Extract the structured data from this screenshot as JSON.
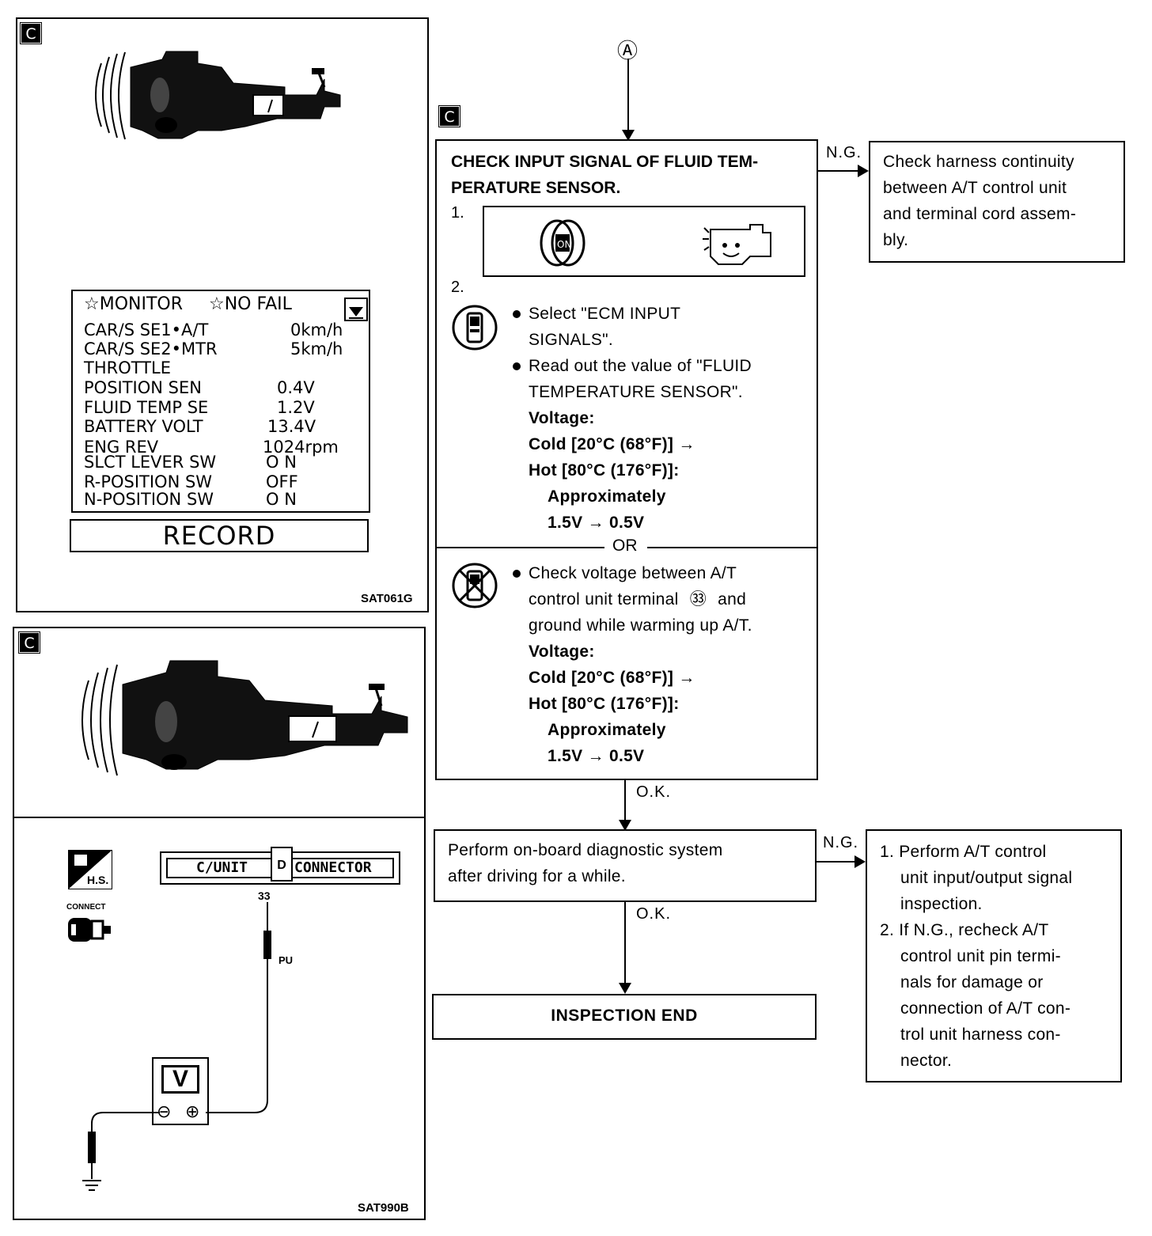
{
  "panels": {
    "top": {
      "badge": "C",
      "code": "SAT061G",
      "monitor": {
        "header_left": "☆MONITOR",
        "header_right": "☆NO FAIL",
        "rows": [
          {
            "label": "CAR/S SE1•A/T",
            "value": "0km/h"
          },
          {
            "label": "CAR/S SE2•MTR",
            "value": "5km/h"
          },
          {
            "label": "THROTTLE",
            "value": ""
          },
          {
            "label": "POSITION SEN",
            "value": "0.4V"
          },
          {
            "label": "FLUID TEMP SE",
            "value": "1.2V"
          },
          {
            "label": "BATTERY VOLT",
            "value": "13.4V"
          },
          {
            "label": "ENG REV",
            "value": "1024rpm"
          },
          {
            "label": "SLCT LEVER SW",
            "value": "O N"
          },
          {
            "label": "R-POSITION SW",
            "value": "OFF"
          },
          {
            "label": "N-POSITION SW",
            "value": "O N"
          }
        ],
        "record_button": "RECORD"
      }
    },
    "bottom": {
      "badge": "C",
      "code": "SAT990B",
      "hs_label": "H.S.",
      "connect_label": "CONNECT",
      "connector_left": "C/UNIT",
      "connector_right": "CONNECTOR",
      "connector_mid": "D",
      "terminal": "33",
      "wire_color": "PU",
      "meter": "V",
      "minus": "⊖",
      "plus": "⊕"
    }
  },
  "flow": {
    "entry": "Ⓐ",
    "badge": "C",
    "main_box": {
      "title_line1": "CHECK INPUT SIGNAL OF FLUID TEM-",
      "title_line2": "PERATURE SENSOR.",
      "step1": "1.",
      "step2": "2.",
      "b1_line1": "Select \"ECM INPUT",
      "b1_line2": "SIGNALS\".",
      "b2_line1": "Read out the value of \"FLUID",
      "b2_line2": "TEMPERATURE SENSOR\".",
      "voltage": "Voltage:",
      "cold": "Cold [20°C (68°F)] →",
      "hot": "Hot [80°C (176°F)]:",
      "approx": "Approximately",
      "range": "1.5V → 0.5V",
      "or": "OR",
      "b3_line1": "Check voltage between A/T",
      "b3_line2": "control unit terminal",
      "b3_terminal": "㉝",
      "b3_and": "and",
      "b3_line3": "ground while warming up A/T.",
      "voltage2": "Voltage:",
      "cold2": "Cold [20°C (68°F)] →",
      "hot2": "Hot [80°C (176°F)]:",
      "approx2": "Approximately",
      "range2": "1.5V → 0.5V"
    },
    "ng1_label": "N.G.",
    "ng1_box": [
      "Check harness continuity",
      "between A/T control unit",
      "and terminal cord assem-",
      "bly."
    ],
    "ok1_label": "O.K.",
    "perform_box": [
      "Perform on-board diagnostic system",
      "after driving for a while."
    ],
    "ng2_label": "N.G.",
    "ng2_box": [
      "1. Perform A/T control",
      "unit input/output signal",
      "inspection.",
      "2. If N.G., recheck A/T",
      "control unit pin termi-",
      "nals for damage or",
      "connection of A/T con-",
      "trol unit harness con-",
      "nector."
    ],
    "ok2_label": "O.K.",
    "end_box": "INSPECTION END"
  }
}
